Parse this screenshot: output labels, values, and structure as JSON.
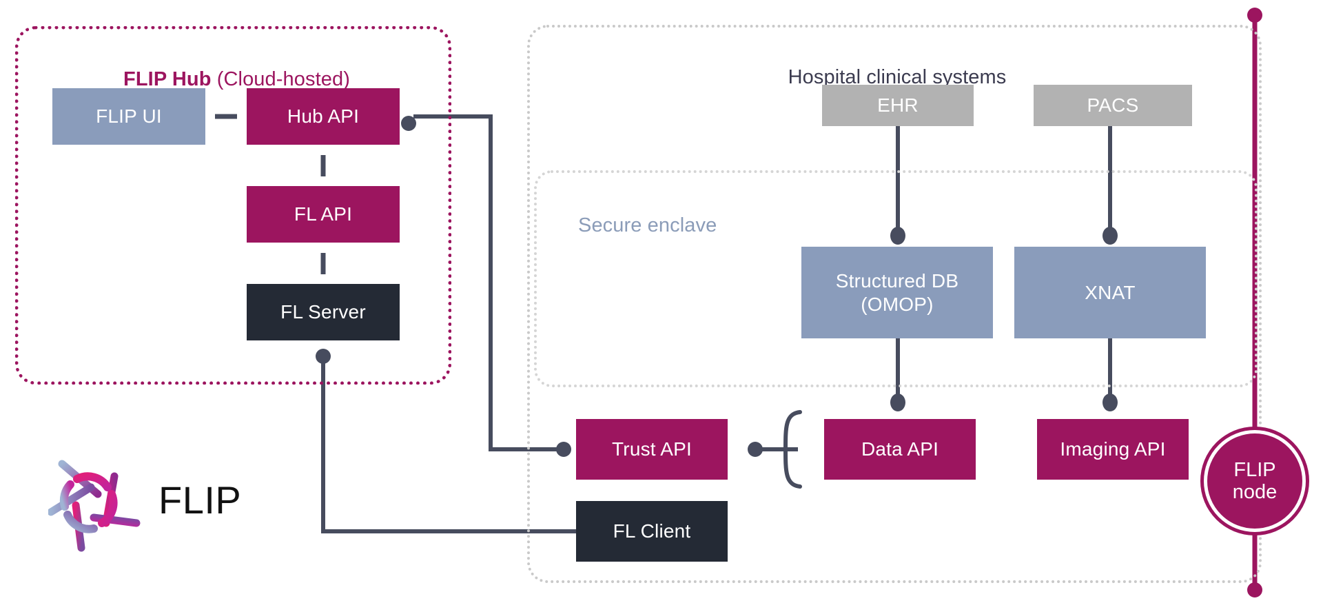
{
  "diagram": {
    "title_hub_bold": "FLIP Hub",
    "title_hub_rest": " (Cloud-hosted)",
    "title_hospital": "Hospital clinical systems",
    "title_enclave": "Secure enclave",
    "logo_text": "FLIP",
    "flip_node_line1": "FLIP",
    "flip_node_line2": "node"
  },
  "nodes": {
    "flip_ui": "FLIP UI",
    "hub_api": "Hub API",
    "fl_api": "FL API",
    "fl_server": "FL Server",
    "ehr": "EHR",
    "pacs": "PACS",
    "structured_db_line1": "Structured DB",
    "structured_db_line2": "(OMOP)",
    "xnat": "XNAT",
    "trust_api": "Trust API",
    "data_api": "Data API",
    "imaging_api": "Imaging API",
    "fl_client": "FL Client"
  },
  "colors": {
    "magenta": "#9c155f",
    "blue_grey": "#8a9cbb",
    "dark_navy": "#242a35",
    "grey": "#b2b2b2",
    "connector": "#474c5e",
    "enclave_label": "#8b9cb8",
    "hospital_border": "#c9c9c9",
    "hub_border": "#9c155f"
  }
}
